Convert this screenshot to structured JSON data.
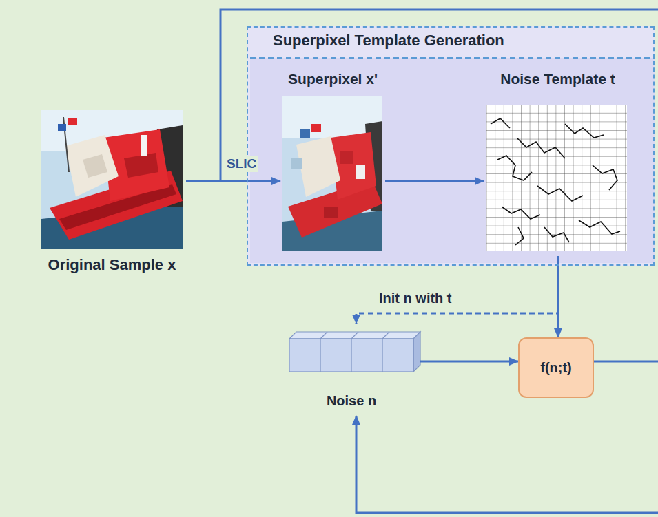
{
  "diagram": {
    "nodes": [
      {
        "text": [
          "Superpixel Template Generation"
        ]
      },
      {
        "text": [
          "Superpixel x'"
        ],
        "in": 0
      },
      {
        "text": [
          "Noise Template t"
        ],
        "in": 0
      },
      {
        "text": [
          "Original Sample x"
        ]
      },
      {
        "text": [
          "Noise n"
        ]
      },
      {
        "text": [
          "f(n;t)"
        ]
      }
    ],
    "edges": [
      {
        "from": 3,
        "to": 1,
        "arrow": "to",
        "label": "SLIC"
      },
      {
        "from": 1,
        "to": 2,
        "arrow": "to"
      },
      {
        "from": 2,
        "to": 5,
        "arrow": "to"
      },
      {
        "from": 2,
        "to": 4,
        "arrow": "to",
        "label": "Init n with t"
      },
      {
        "from": 4,
        "to": 5,
        "arrow": "to"
      }
    ]
  }
}
